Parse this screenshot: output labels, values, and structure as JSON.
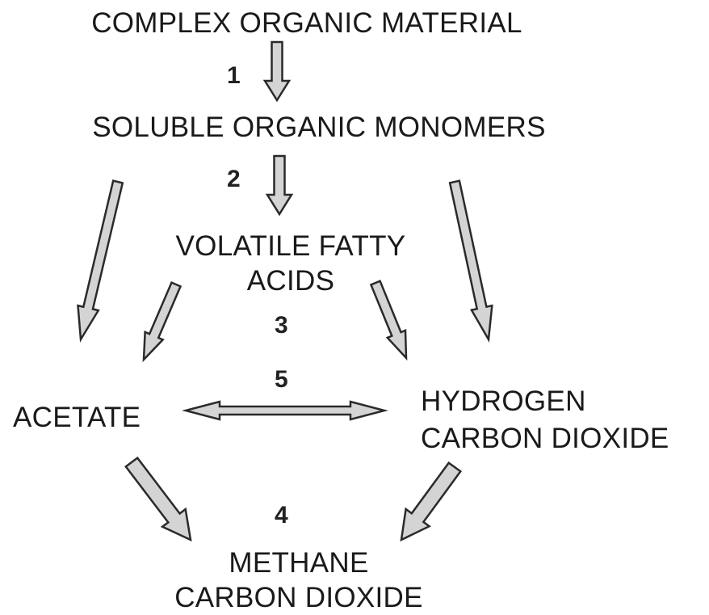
{
  "nodes": {
    "complex": {
      "lines": [
        "COMPLEX ORGANIC MATERIAL"
      ]
    },
    "soluble": {
      "lines": [
        "SOLUBLE ORGANIC MONOMERS"
      ]
    },
    "vfa": {
      "lines": [
        "VOLATILE FATTY",
        "ACIDS"
      ]
    },
    "acetate": {
      "lines": [
        "ACETATE"
      ]
    },
    "h2co2": {
      "lines": [
        "HYDROGEN",
        "CARBON DIOXIDE"
      ]
    },
    "methane": {
      "lines": [
        "METHANE",
        "CARBON DIOXIDE"
      ]
    }
  },
  "steps": {
    "s1": "1",
    "s2": "2",
    "s3": "3",
    "s4": "4",
    "s5": "5"
  },
  "colors": {
    "text": "#1a1a1a",
    "arrow_fill": "#d4d4d4",
    "arrow_stroke": "#2a2a2a"
  }
}
